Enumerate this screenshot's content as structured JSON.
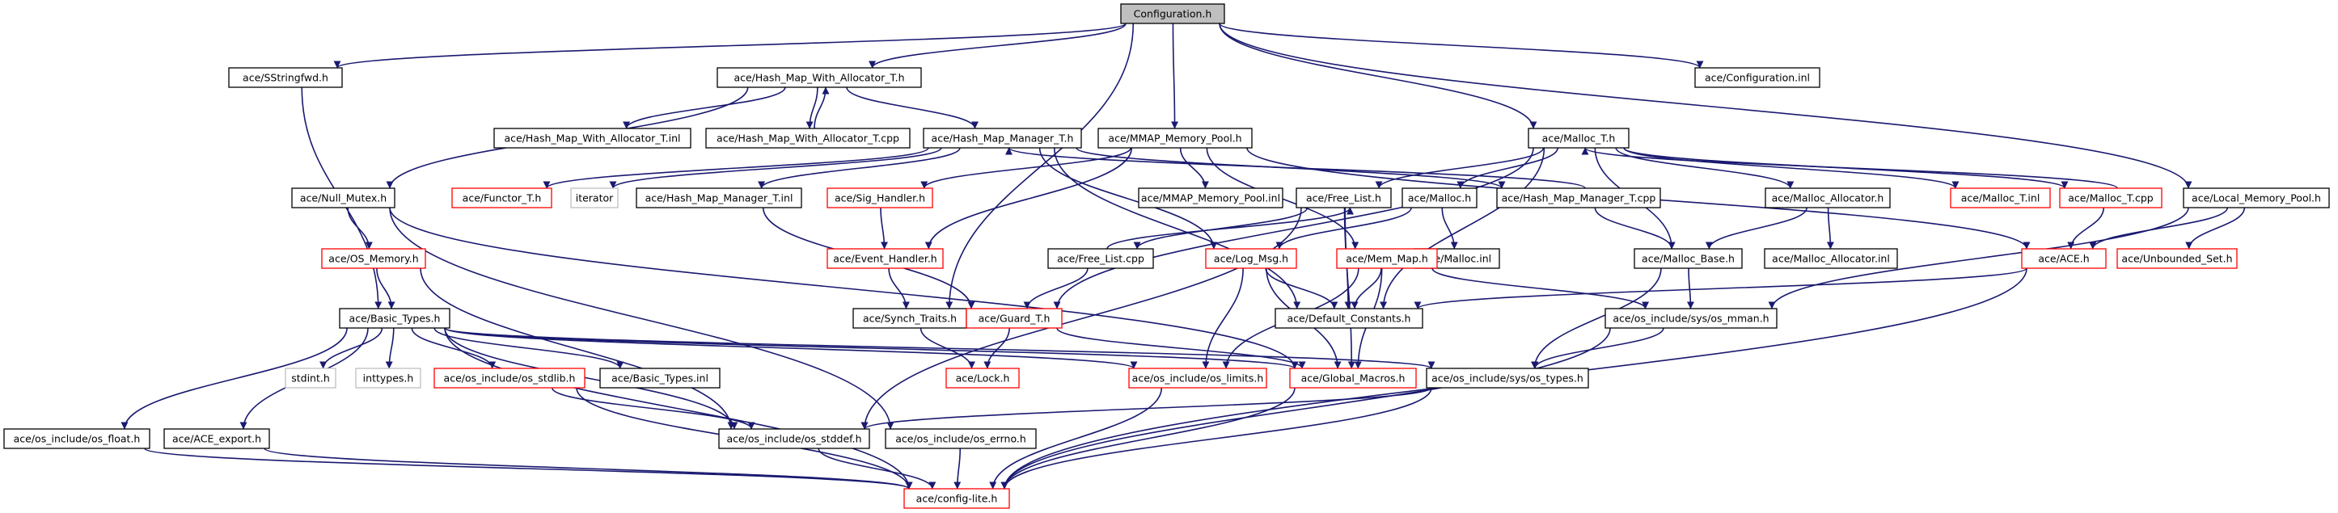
{
  "colors": {
    "edge": "#191970",
    "root_fill": "#bfbfbf",
    "default_border": "#000000",
    "missing_border": "#ff0000",
    "external_border": "#bfbfbf",
    "background": "#ffffff"
  },
  "nodes": [
    {
      "id": "configuration_h",
      "label": "Configuration.h",
      "kind": "root"
    },
    {
      "id": "sstringfwd_h",
      "label": "ace/SStringfwd.h",
      "kind": "normal"
    },
    {
      "id": "hash_map_with_allocator_t_h",
      "label": "ace/Hash_Map_With_Allocator_T.h",
      "kind": "normal"
    },
    {
      "id": "configuration_inl",
      "label": "ace/Configuration.inl",
      "kind": "normal"
    },
    {
      "id": "hash_map_with_allocator_t_inl",
      "label": "ace/Hash_Map_With_Allocator_T.inl",
      "kind": "normal"
    },
    {
      "id": "hash_map_with_allocator_t_cpp",
      "label": "ace/Hash_Map_With_Allocator_T.cpp",
      "kind": "normal"
    },
    {
      "id": "hash_map_manager_t_h",
      "label": "ace/Hash_Map_Manager_T.h",
      "kind": "normal"
    },
    {
      "id": "mmap_memory_pool_h",
      "label": "ace/MMAP_Memory_Pool.h",
      "kind": "normal"
    },
    {
      "id": "malloc_t_h",
      "label": "ace/Malloc_T.h",
      "kind": "normal"
    },
    {
      "id": "null_mutex_h",
      "label": "ace/Null_Mutex.h",
      "kind": "normal"
    },
    {
      "id": "functor_t_h",
      "label": "ace/Functor_T.h",
      "kind": "missing"
    },
    {
      "id": "iterator",
      "label": "iterator",
      "kind": "external"
    },
    {
      "id": "hash_map_manager_t_inl",
      "label": "ace/Hash_Map_Manager_T.inl",
      "kind": "normal"
    },
    {
      "id": "sig_handler_h",
      "label": "ace/Sig_Handler.h",
      "kind": "missing"
    },
    {
      "id": "mmap_memory_pool_inl",
      "label": "ace/MMAP_Memory_Pool.inl",
      "kind": "normal"
    },
    {
      "id": "free_list_h",
      "label": "ace/Free_List.h",
      "kind": "normal"
    },
    {
      "id": "malloc_h",
      "label": "ace/Malloc.h",
      "kind": "normal"
    },
    {
      "id": "hash_map_manager_t_cpp",
      "label": "ace/Hash_Map_Manager_T.cpp",
      "kind": "normal"
    },
    {
      "id": "malloc_allocator_h",
      "label": "ace/Malloc_Allocator.h",
      "kind": "normal"
    },
    {
      "id": "malloc_t_inl",
      "label": "ace/Malloc_T.inl",
      "kind": "missing"
    },
    {
      "id": "malloc_t_cpp",
      "label": "ace/Malloc_T.cpp",
      "kind": "missing"
    },
    {
      "id": "local_memory_pool_h",
      "label": "ace/Local_Memory_Pool.h",
      "kind": "normal"
    },
    {
      "id": "os_memory_h",
      "label": "ace/OS_Memory.h",
      "kind": "missing"
    },
    {
      "id": "event_handler_h",
      "label": "ace/Event_Handler.h",
      "kind": "missing"
    },
    {
      "id": "free_list_cpp",
      "label": "ace/Free_List.cpp",
      "kind": "normal"
    },
    {
      "id": "log_msg_h",
      "label": "ace/Log_Msg.h",
      "kind": "missing"
    },
    {
      "id": "malloc_inl",
      "label": "ace/Malloc.inl",
      "kind": "normal"
    },
    {
      "id": "mem_map_h",
      "label": "ace/Mem_Map.h",
      "kind": "missing"
    },
    {
      "id": "malloc_base_h",
      "label": "ace/Malloc_Base.h",
      "kind": "normal"
    },
    {
      "id": "malloc_allocator_inl",
      "label": "ace/Malloc_Allocator.inl",
      "kind": "normal"
    },
    {
      "id": "ace_h",
      "label": "ace/ACE.h",
      "kind": "missing"
    },
    {
      "id": "unbounded_set_h",
      "label": "ace/Unbounded_Set.h",
      "kind": "missing"
    },
    {
      "id": "basic_types_h",
      "label": "ace/Basic_Types.h",
      "kind": "normal"
    },
    {
      "id": "synch_traits_h",
      "label": "ace/Synch_Traits.h",
      "kind": "normal"
    },
    {
      "id": "guard_t_h",
      "label": "ace/Guard_T.h",
      "kind": "missing"
    },
    {
      "id": "default_constants_h",
      "label": "ace/Default_Constants.h",
      "kind": "normal"
    },
    {
      "id": "os_mman_h",
      "label": "ace/os_include/sys/os_mman.h",
      "kind": "normal"
    },
    {
      "id": "stdint_h",
      "label": "stdint.h",
      "kind": "external"
    },
    {
      "id": "inttypes_h",
      "label": "inttypes.h",
      "kind": "external"
    },
    {
      "id": "os_stdlib_h",
      "label": "ace/os_include/os_stdlib.h",
      "kind": "missing"
    },
    {
      "id": "basic_types_inl",
      "label": "ace/Basic_Types.inl",
      "kind": "normal"
    },
    {
      "id": "lock_h",
      "label": "ace/Lock.h",
      "kind": "missing"
    },
    {
      "id": "os_limits_h",
      "label": "ace/os_include/os_limits.h",
      "kind": "missing"
    },
    {
      "id": "global_macros_h",
      "label": "ace/Global_Macros.h",
      "kind": "missing"
    },
    {
      "id": "os_types_h",
      "label": "ace/os_include/sys/os_types.h",
      "kind": "normal"
    },
    {
      "id": "os_float_h",
      "label": "ace/os_include/os_float.h",
      "kind": "normal"
    },
    {
      "id": "ace_export_h",
      "label": "ace/ACE_export.h",
      "kind": "normal"
    },
    {
      "id": "os_stddef_h",
      "label": "ace/os_include/os_stddef.h",
      "kind": "normal"
    },
    {
      "id": "os_errno_h",
      "label": "ace/os_include/os_errno.h",
      "kind": "normal"
    },
    {
      "id": "config_lite_h",
      "label": "ace/config-lite.h",
      "kind": "missing"
    }
  ],
  "edges": [
    [
      "configuration_h",
      "sstringfwd_h"
    ],
    [
      "configuration_h",
      "hash_map_with_allocator_t_h"
    ],
    [
      "configuration_h",
      "configuration_inl"
    ],
    [
      "configuration_h",
      "mmap_memory_pool_h"
    ],
    [
      "configuration_h",
      "malloc_t_h"
    ],
    [
      "configuration_h",
      "local_memory_pool_h"
    ],
    [
      "configuration_h",
      "synch_traits_h"
    ],
    [
      "sstringfwd_h",
      "basic_types_h"
    ],
    [
      "hash_map_with_allocator_t_h",
      "hash_map_with_allocator_t_inl"
    ],
    [
      "hash_map_with_allocator_t_h",
      "hash_map_with_allocator_t_cpp"
    ],
    [
      "hash_map_with_allocator_t_cpp",
      "hash_map_with_allocator_t_h"
    ],
    [
      "hash_map_with_allocator_t_h",
      "hash_map_manager_t_h"
    ],
    [
      "hash_map_with_allocator_t_h",
      "null_mutex_h"
    ],
    [
      "hash_map_manager_t_h",
      "functor_t_h"
    ],
    [
      "hash_map_manager_t_h",
      "iterator"
    ],
    [
      "hash_map_manager_t_h",
      "hash_map_manager_t_inl"
    ],
    [
      "hash_map_manager_t_h",
      "hash_map_manager_t_cpp"
    ],
    [
      "hash_map_manager_t_cpp",
      "hash_map_manager_t_h"
    ],
    [
      "hash_map_manager_t_h",
      "default_constants_h"
    ],
    [
      "hash_map_manager_t_h",
      "log_msg_h"
    ],
    [
      "hash_map_manager_t_inl",
      "guard_t_h"
    ],
    [
      "null_mutex_h",
      "os_memory_h"
    ],
    [
      "null_mutex_h",
      "global_macros_h"
    ],
    [
      "null_mutex_h",
      "os_errno_h"
    ],
    [
      "os_memory_h",
      "basic_types_h"
    ],
    [
      "os_memory_h",
      "os_stddef_h"
    ],
    [
      "mmap_memory_pool_h",
      "sig_handler_h"
    ],
    [
      "mmap_memory_pool_h",
      "mmap_memory_pool_inl"
    ],
    [
      "mmap_memory_pool_h",
      "event_handler_h"
    ],
    [
      "mmap_memory_pool_h",
      "mem_map_h"
    ],
    [
      "mmap_memory_pool_h",
      "ace_h"
    ],
    [
      "sig_handler_h",
      "event_handler_h"
    ],
    [
      "event_handler_h",
      "synch_traits_h"
    ],
    [
      "malloc_t_h",
      "free_list_h"
    ],
    [
      "malloc_t_h",
      "malloc_h"
    ],
    [
      "malloc_t_h",
      "malloc_allocator_h"
    ],
    [
      "malloc_t_h",
      "malloc_t_inl"
    ],
    [
      "malloc_t_h",
      "malloc_t_cpp"
    ],
    [
      "malloc_t_cpp",
      "malloc_t_h"
    ],
    [
      "malloc_t_h",
      "malloc_base_h"
    ],
    [
      "malloc_t_h",
      "guard_t_h"
    ],
    [
      "malloc_t_h",
      "default_constants_h"
    ],
    [
      "free_list_h",
      "free_list_cpp"
    ],
    [
      "free_list_cpp",
      "free_list_h"
    ],
    [
      "free_list_h",
      "default_constants_h"
    ],
    [
      "free_list_h",
      "global_macros_h"
    ],
    [
      "free_list_h",
      "os_stddef_h"
    ],
    [
      "free_list_cpp",
      "guard_t_h"
    ],
    [
      "malloc_h",
      "malloc_inl"
    ],
    [
      "malloc_h",
      "log_msg_h"
    ],
    [
      "log_msg_h",
      "default_constants_h"
    ],
    [
      "log_msg_h",
      "os_limits_h"
    ],
    [
      "log_msg_h",
      "global_macros_h"
    ],
    [
      "malloc_allocator_h",
      "malloc_allocator_inl"
    ],
    [
      "malloc_allocator_h",
      "malloc_base_h"
    ],
    [
      "hash_map_manager_t_cpp",
      "malloc_base_h"
    ],
    [
      "malloc_base_h",
      "os_mman_h"
    ],
    [
      "malloc_base_h",
      "os_types_h"
    ],
    [
      "mem_map_h",
      "default_constants_h"
    ],
    [
      "mem_map_h",
      "os_mman_h"
    ],
    [
      "mem_map_h",
      "global_macros_h"
    ],
    [
      "mem_map_h",
      "os_limits_h"
    ],
    [
      "malloc_t_cpp",
      "ace_h"
    ],
    [
      "local_memory_pool_h",
      "ace_h"
    ],
    [
      "local_memory_pool_h",
      "unbounded_set_h"
    ],
    [
      "local_memory_pool_h",
      "os_mman_h"
    ],
    [
      "ace_h",
      "default_constants_h"
    ],
    [
      "ace_h",
      "config_lite_h"
    ],
    [
      "os_mman_h",
      "os_types_h"
    ],
    [
      "os_mman_h",
      "config_lite_h"
    ],
    [
      "os_types_h",
      "os_stddef_h"
    ],
    [
      "os_types_h",
      "config_lite_h"
    ],
    [
      "basic_types_h",
      "stdint_h"
    ],
    [
      "basic_types_h",
      "inttypes_h"
    ],
    [
      "basic_types_h",
      "os_stdlib_h"
    ],
    [
      "basic_types_h",
      "basic_types_inl"
    ],
    [
      "basic_types_h",
      "os_limits_h"
    ],
    [
      "basic_types_h",
      "global_macros_h"
    ],
    [
      "basic_types_h",
      "os_types_h"
    ],
    [
      "basic_types_h",
      "os_float_h"
    ],
    [
      "basic_types_h",
      "ace_export_h"
    ],
    [
      "basic_types_h",
      "os_stddef_h"
    ],
    [
      "basic_types_h",
      "config_lite_h"
    ],
    [
      "os_stdlib_h",
      "os_stddef_h"
    ],
    [
      "os_stdlib_h",
      "config_lite_h"
    ],
    [
      "synch_traits_h",
      "lock_h"
    ],
    [
      "guard_t_h",
      "lock_h"
    ],
    [
      "guard_t_h",
      "global_macros_h"
    ],
    [
      "os_limits_h",
      "config_lite_h"
    ],
    [
      "global_macros_h",
      "config_lite_h"
    ],
    [
      "os_float_h",
      "config_lite_h"
    ],
    [
      "ace_export_h",
      "config_lite_h"
    ],
    [
      "os_stddef_h",
      "config_lite_h"
    ],
    [
      "os_errno_h",
      "config_lite_h"
    ]
  ]
}
